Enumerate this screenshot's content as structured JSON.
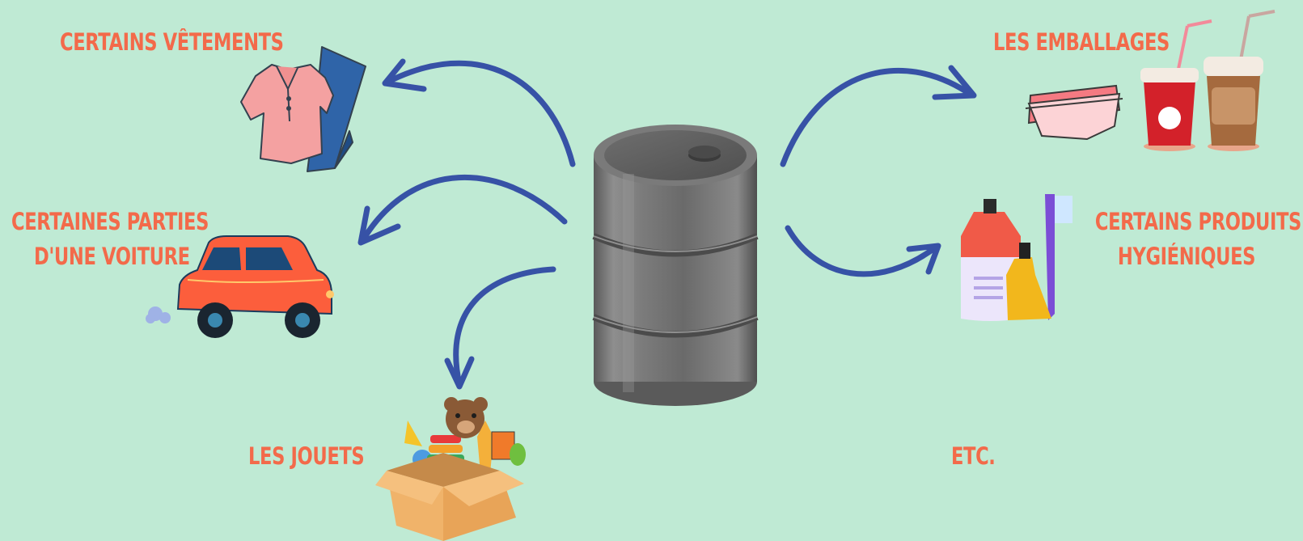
{
  "colors": {
    "background": "#bfead4",
    "label": "#f36a4a",
    "arrow": "#3752a6",
    "barrel": "#6f6f6f"
  },
  "center": {
    "icon": "oil-barrel-icon"
  },
  "labels": {
    "clothes": "CERTAINS VÊTEMENTS",
    "car_line1": "CERTAINES PARTIES",
    "car_line2": "D'UNE VOITURE",
    "toys": "LES JOUETS",
    "packaging": "LES EMBALLAGES",
    "hygiene_line1": "CERTAINS PRODUITS",
    "hygiene_line2": "HYGIÉNIQUES",
    "etc": "ETC."
  },
  "items": [
    {
      "key": "clothes",
      "icon": "shirt-and-jeans-icon"
    },
    {
      "key": "car",
      "icon": "car-icon"
    },
    {
      "key": "toys",
      "icon": "toy-box-icon"
    },
    {
      "key": "packaging",
      "icon": "food-container-and-cups-icon"
    },
    {
      "key": "hygiene",
      "icon": "hygiene-products-icon"
    }
  ]
}
